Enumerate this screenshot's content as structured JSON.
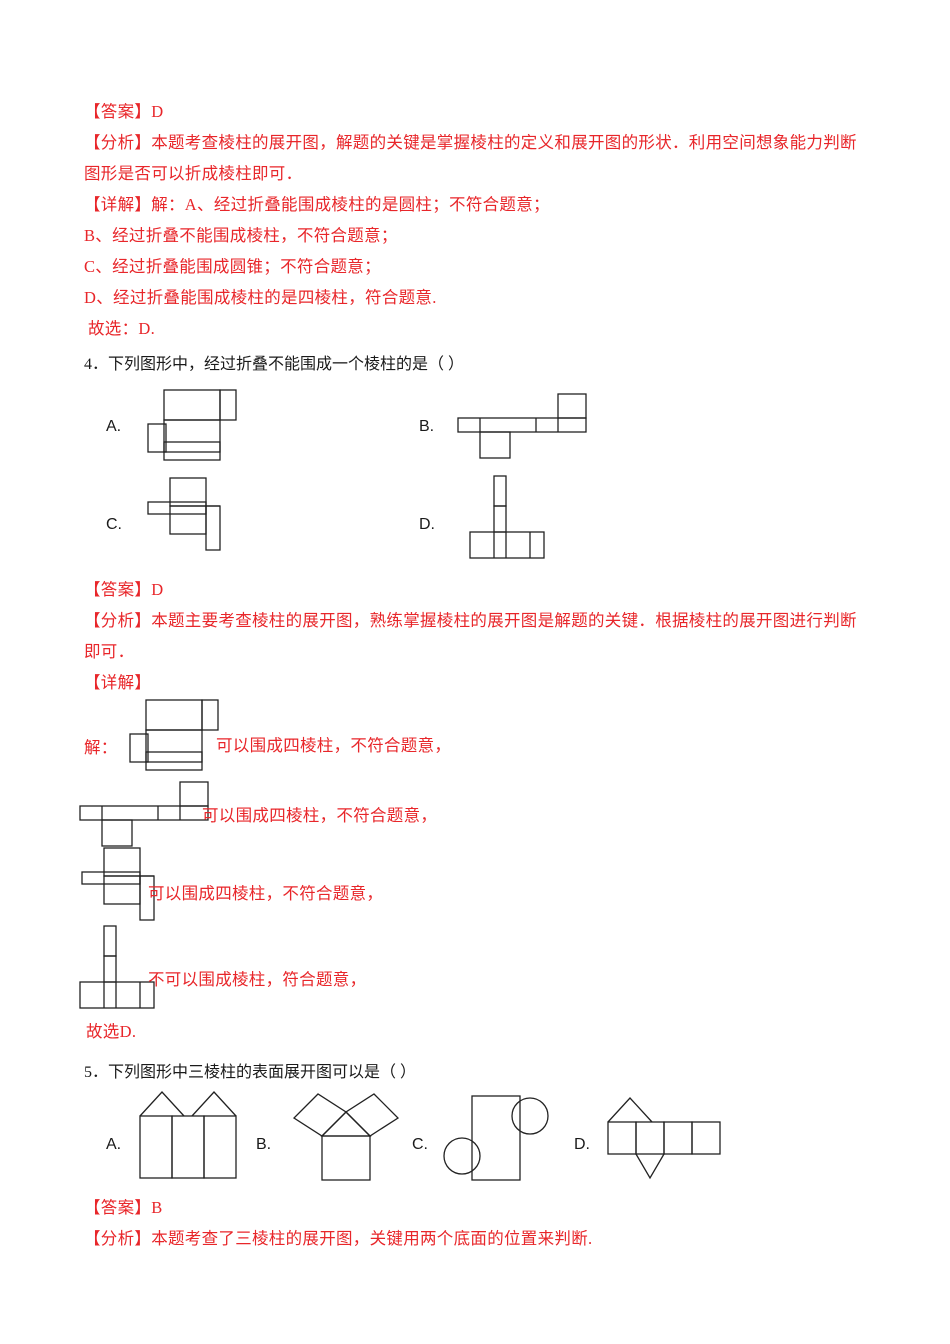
{
  "document": {
    "language": "zh-CN",
    "accent_red": "#e8262a",
    "ink_black": "#1a1a1a"
  },
  "q3_solution": {
    "answer_label": "【答案】",
    "answer_value": "D",
    "analysis_label": "【分析】",
    "analysis_text": "本题考查棱柱的展开图，解题的关键是掌握棱柱的定义和展开图的形状．利用空间想象能力判断图形是否可以折成棱柱即可．",
    "detail_label": "【详解】",
    "detail_lines": [
      "解：A、经过折叠能围成棱柱的是圆柱；不符合题意；",
      "B、经过折叠不能围成棱柱，不符合题意；",
      "C、经过折叠能围成圆锥；不符合题意；",
      "D、经过折叠能围成棱柱的是四棱柱，符合题意."
    ],
    "conclusion": "故选：D."
  },
  "question4": {
    "number": "4．",
    "stem": "下列图形中，经过折叠不能围成一个棱柱的是（    ）",
    "options": [
      {
        "letter": "A.",
        "figure": "net-two-stacked-rects-with-side-tabs"
      },
      {
        "letter": "B.",
        "figure": "net-horizontal-strip-with-square-above-and-below"
      },
      {
        "letter": "C.",
        "figure": "net-square-with-crossing-strips"
      },
      {
        "letter": "D.",
        "figure": "net-tall-narrow-column-over-wide-bar"
      }
    ],
    "solution": {
      "answer_label": "【答案】",
      "answer_value": "D",
      "analysis_label": "【分析】",
      "analysis_text": "本题主要考查棱柱的展开图，熟练掌握棱柱的展开图是解题的关键．根据棱柱的展开图进行判断即可．",
      "detail_label": "【详解】",
      "solve_prefix": "解：",
      "steps": [
        {
          "figure": "net-two-stacked-rects-with-side-tabs",
          "text": "可以围成四棱柱，不符合题意，"
        },
        {
          "figure": "net-horizontal-strip-with-square-above-and-below",
          "text": "可以围成四棱柱，不符合题意，"
        },
        {
          "figure": "net-square-with-crossing-strips",
          "text": "可以围成四棱柱，不符合题意，"
        },
        {
          "figure": "net-tall-narrow-column-over-wide-bar",
          "text": "不可以围成棱柱，符合题意，"
        }
      ],
      "conclusion": "故选D."
    }
  },
  "question5": {
    "number": "5．",
    "stem": "下列图形中三棱柱的表面展开图可以是（    ）",
    "options": [
      {
        "letter": "A.",
        "figure": "three-rects-with-two-triangles-on-top"
      },
      {
        "letter": "B.",
        "figure": "pinwheel-three-rects-around-triangle"
      },
      {
        "letter": "C.",
        "figure": "rectangle-with-two-circles"
      },
      {
        "letter": "D.",
        "figure": "four-squares-with-triangle-above-and-below"
      }
    ],
    "solution": {
      "answer_label": "【答案】",
      "answer_value": "B",
      "analysis_label": "【分析】",
      "analysis_text": "本题考查了三棱柱的展开图，关键用两个底面的位置来判断."
    }
  }
}
